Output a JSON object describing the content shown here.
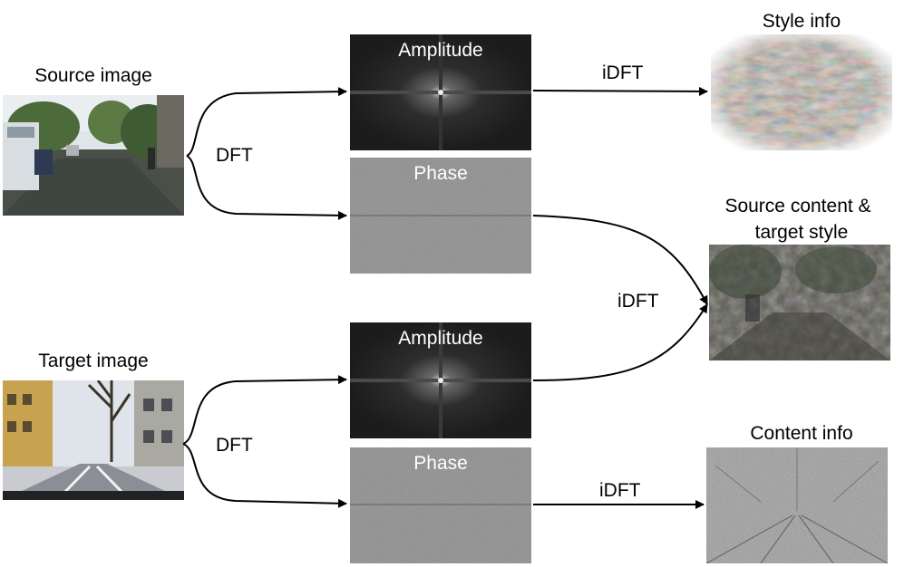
{
  "source": {
    "label": "Source image"
  },
  "target": {
    "label": "Target image"
  },
  "dft_labels": {
    "top": "DFT",
    "bottom": "DFT"
  },
  "spectra": {
    "source_amplitude": "Amplitude",
    "source_phase": "Phase",
    "target_amplitude": "Amplitude",
    "target_phase": "Phase"
  },
  "idft_labels": {
    "style": "iDFT",
    "mixed": "iDFT",
    "content": "iDFT"
  },
  "outputs": {
    "style_info": "Style info",
    "mixed_line1": "Source content &",
    "mixed_line2": "target style",
    "content_info": "Content info"
  },
  "colors": {
    "arrow": "#000000",
    "amplitude_bg": "#202020",
    "phase_bg": "#858585"
  },
  "icons": {
    "arrow_head": "triangle",
    "brace_split": "curly-split-arrow"
  }
}
